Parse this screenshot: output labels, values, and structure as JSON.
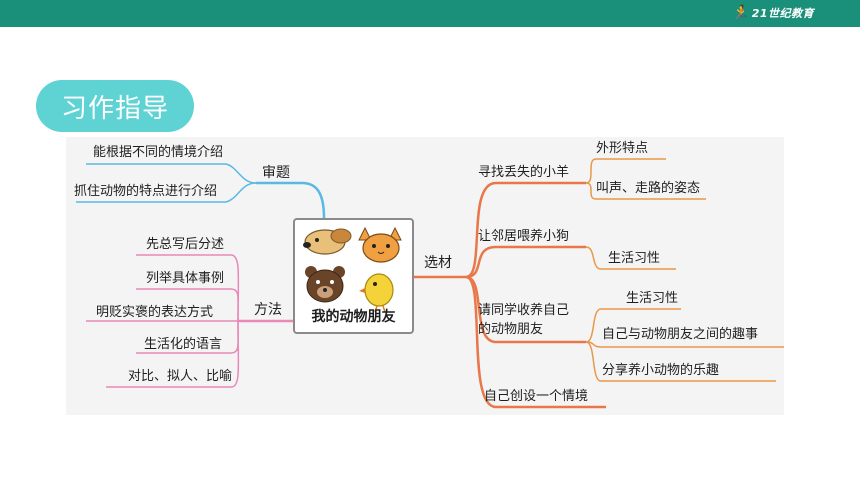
{
  "brand": {
    "logo_text": "21世纪教育"
  },
  "section_title": "习作指导",
  "mindmap": {
    "center": "我的动物朋友",
    "branches": {
      "shenti": {
        "label": "审题",
        "items": [
          "能根据不同的情境介绍",
          "抓住动物的特点进行介绍"
        ]
      },
      "fangfa": {
        "label": "方法",
        "items": [
          "先总写后分述",
          "列举具体事例",
          "明贬实褒的表达方式",
          "生活化的语言",
          "对比、拟人、比喻"
        ]
      },
      "xuancai": {
        "label": "选材",
        "topics": [
          {
            "label": "寻找丢失的小羊",
            "items": [
              "外形特点",
              "叫声、走路的姿态"
            ]
          },
          {
            "label": "让邻居喂养小狗",
            "items": [
              "生活习性"
            ]
          },
          {
            "label_line1": "请同学收养自己",
            "label_line2": "的动物朋友",
            "items": [
              "生活习性",
              "自己与动物朋友之间的趣事",
              "分享养小动物的乐趣"
            ]
          },
          {
            "label": "自己创设一个情境",
            "items": []
          }
        ]
      }
    }
  }
}
